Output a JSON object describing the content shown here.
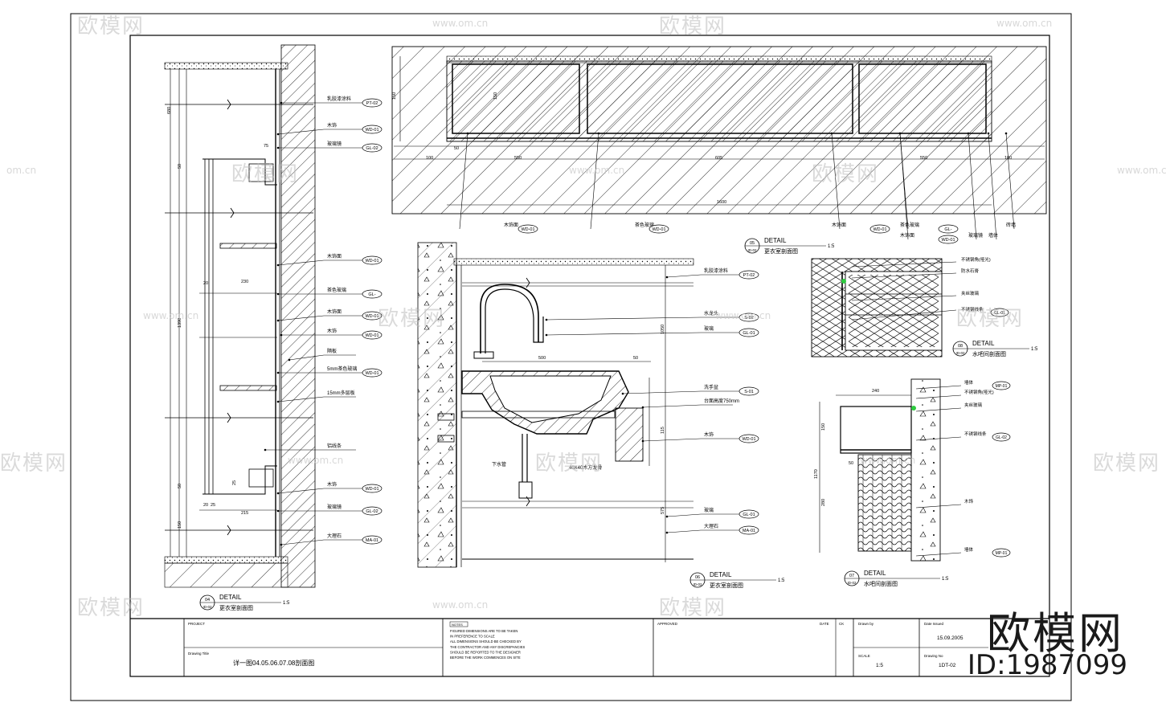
{
  "watermark": {
    "text": "欧模网",
    "url": "www.om.cn",
    "partial_url": "om.cn"
  },
  "brand": {
    "name": "欧模网",
    "id": "ID:1987099"
  },
  "details": {
    "d04": {
      "num": "04",
      "sheet": "ID-02",
      "word": "DETAIL",
      "scale": "1:5",
      "title": "更衣室剖面图"
    },
    "d05": {
      "num": "05",
      "sheet": "ID-02",
      "word": "DETAIL",
      "scale": "1:5",
      "title": "更衣室剖面图"
    },
    "d06": {
      "num": "06",
      "sheet": "ID-02",
      "word": "DETAIL",
      "scale": "1:5",
      "title": "更衣室剖面图"
    },
    "d07": {
      "num": "07",
      "sheet": "ID-02",
      "word": "DETAIL",
      "scale": "1:5",
      "title": "水吧间剖面图"
    },
    "d08": {
      "num": "08",
      "sheet": "ID-02",
      "word": "DETAIL",
      "scale": "1:5",
      "title": "水吧间剖面图"
    }
  },
  "left_labels": [
    {
      "text": "乳胶漆涂料",
      "tag": "PT-02"
    },
    {
      "text": "木饰",
      "tag": "WD-01"
    },
    {
      "text": "玻璃镜",
      "tag": "GL-02"
    },
    {
      "text": "木饰面",
      "tag": "WD-01"
    },
    {
      "text": "茶色玻璃",
      "tag": "GL-"
    },
    {
      "text": "木饰面",
      "tag": "WD-01"
    },
    {
      "text": "木饰",
      "tag": "WD-01"
    },
    {
      "text": "隔板",
      "tag": ""
    },
    {
      "text": "5mm茶色玻璃",
      "tag": "WD-01"
    },
    {
      "text": "15mm多层板",
      "tag": ""
    },
    {
      "text": "铝线条",
      "tag": ""
    },
    {
      "text": "木饰",
      "tag": "WD-01"
    },
    {
      "text": "玻璃镜",
      "tag": "GL-02"
    },
    {
      "text": "大理石",
      "tag": "MA-01"
    }
  ],
  "left_dims": [
    "680",
    "50",
    "1390",
    "50",
    "150",
    "20",
    "230",
    "215",
    "20",
    "25",
    "25",
    "75"
  ],
  "top_labels": [
    {
      "text": "木饰面",
      "tag": "WD-01"
    },
    {
      "text": "茶色玻璃",
      "tag": "WD-01"
    },
    {
      "text": "木饰面",
      "tag": "WD-01"
    },
    {
      "text": "茶色玻璃",
      "tag": "GL-"
    },
    {
      "text": "木饰面",
      "tag": "WD-01"
    },
    {
      "text": "玻璃镜",
      "tag": ""
    },
    {
      "text": "墙体",
      "tag": ""
    },
    {
      "text": "砖墙",
      "tag": ""
    }
  ],
  "top_dims": [
    "100",
    "50",
    "550",
    "605",
    "550",
    "100",
    "1600",
    "150",
    "150"
  ],
  "sink_labels": [
    {
      "text": "乳胶漆涂料",
      "tag": "PT-02"
    },
    {
      "text": "水龙头",
      "tag": "S-02"
    },
    {
      "text": "玻璃",
      "tag": "GL-01"
    },
    {
      "text": "洗手盆",
      "tag": "S-01"
    },
    {
      "text": "台面高度750mm",
      "tag": ""
    },
    {
      "text": "木饰",
      "tag": "WD-01"
    },
    {
      "text": "下水管",
      "tag": ""
    },
    {
      "text": "40X40木方龙骨",
      "tag": ""
    },
    {
      "text": "玻璃",
      "tag": "GL-01"
    },
    {
      "text": "大理石",
      "tag": "MA-01"
    }
  ],
  "sink_dims": [
    "500",
    "50",
    "1050",
    "115",
    "575"
  ],
  "d08_labels": [
    {
      "text": "不锈钢角(哑光)",
      "tag": ""
    },
    {
      "text": "防水石膏",
      "tag": ""
    },
    {
      "text": "夹丝玻璃",
      "tag": ""
    },
    {
      "text": "不锈钢线条",
      "tag": "GL-01"
    }
  ],
  "d07_labels": [
    {
      "text": "墙体",
      "tag": "MP-01"
    },
    {
      "text": "不锈钢角(哑光)",
      "tag": ""
    },
    {
      "text": "夹丝玻璃",
      "tag": ""
    },
    {
      "text": "不锈钢线条",
      "tag": "GL-02"
    },
    {
      "text": "木饰",
      "tag": ""
    },
    {
      "text": "墙体",
      "tag": "MP-01"
    }
  ],
  "d07_dims": [
    "240",
    "150",
    "1170",
    "280",
    "50"
  ],
  "title_block": {
    "project_label": "PROJECT",
    "drawing_title_label": "Drawing Title",
    "drawing_title": "详一图04.05.06.07.08剖面图",
    "notes_tag": "NOTES",
    "notes": [
      "FIGURED DIMENSIONS ARE TO BE TAKEN",
      "IN PREFERENCE TO SCALE",
      "ALL DIMENSIONS SHOULD BE CHECKED BY",
      "THE CONTRACTOR AND ANY DISCREPANCIES",
      "SHOULD BE REPORTED TO THE DESIGNER",
      "BEFORE THE WORK COMMENCES ON SITE"
    ],
    "approved_label": "APPROVED",
    "date_label": "DATE",
    "drawn_label": "Drawn by",
    "scale_label": "SCALE",
    "scale": "1:5",
    "date_issued_label": "Date Issued",
    "date": "15.09.2005",
    "drawing_no_label": "Drawing No",
    "drawing_no": "1DT-02",
    "ck_label": "CK"
  }
}
